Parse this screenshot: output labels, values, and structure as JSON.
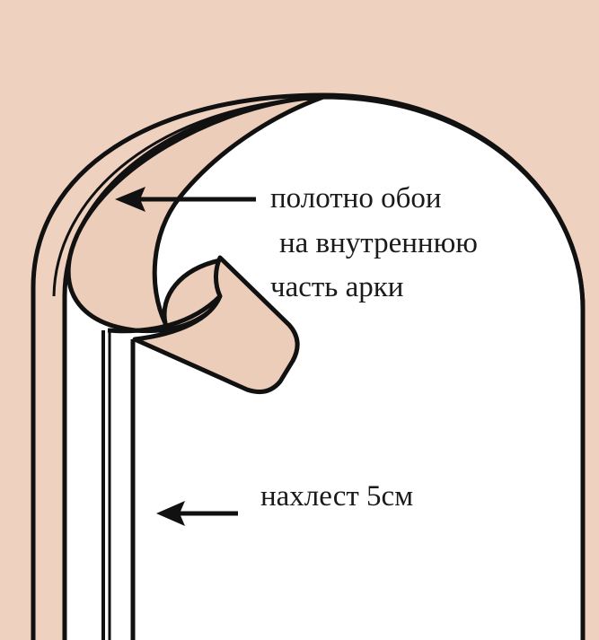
{
  "colors": {
    "background": "#efd1c0",
    "wallpaper": "#eccdb9",
    "wall": "#ffffff",
    "outline": "#111111"
  },
  "labels": {
    "inner_line1": "полотно обои",
    "inner_line2": "на внутреннюю",
    "inner_line3": "часть арки",
    "overlap": "нахлест 5см"
  }
}
